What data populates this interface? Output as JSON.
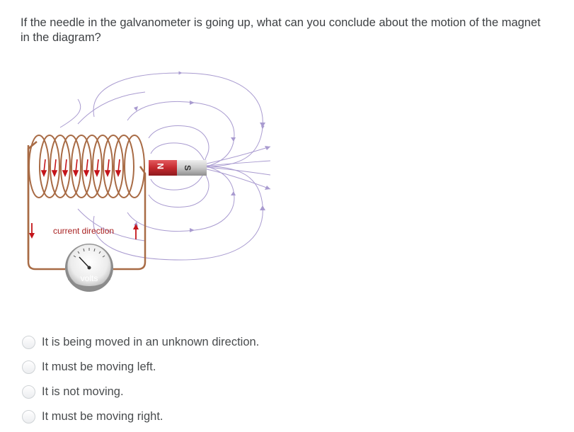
{
  "question": {
    "text": "If the needle in the galvanometer is going up, what can you conclude about the motion of the magnet in the diagram?"
  },
  "diagram": {
    "current_label": "current direction",
    "meter_label": "volts",
    "magnet_north": "N",
    "magnet_south": "S",
    "colors": {
      "wire": "#a86b45",
      "field_lines": "#a99bd0",
      "arrow": "#c4141a",
      "magnet_red": "#c52a2f",
      "magnet_gray": "#bdbdbd"
    }
  },
  "options": [
    {
      "label": "It is being moved in an unknown direction.",
      "selected": false
    },
    {
      "label": "It must be moving left.",
      "selected": false
    },
    {
      "label": "It is not moving.",
      "selected": false
    },
    {
      "label": "It must be moving right.",
      "selected": false
    }
  ]
}
